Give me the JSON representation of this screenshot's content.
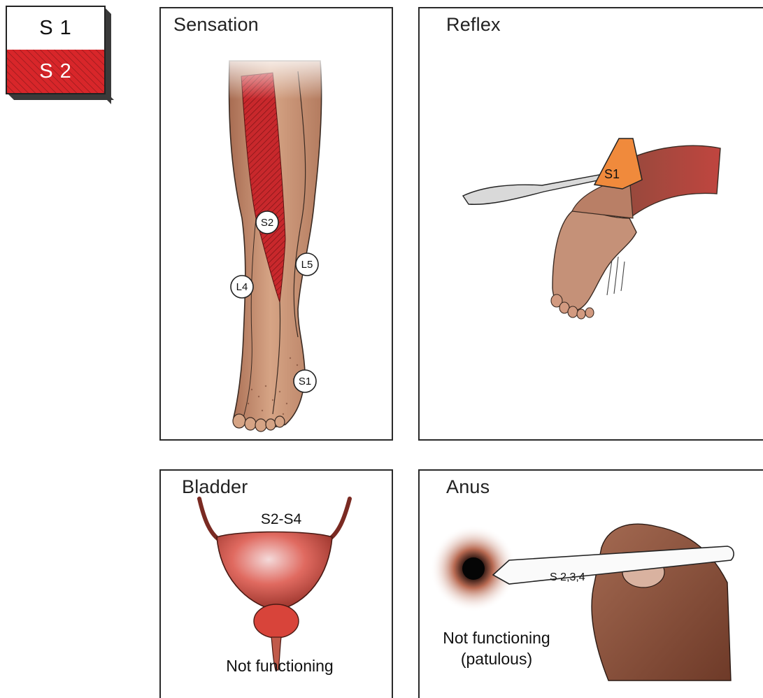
{
  "legend": {
    "s1_label": "S 1",
    "s2_label": "S 2"
  },
  "panels": {
    "sensation": {
      "title": "Sensation",
      "labels": {
        "s2": "S2",
        "l5": "L5",
        "l4": "L4",
        "s1": "S1"
      }
    },
    "reflex": {
      "title": "Reflex",
      "hammer_label": "S1"
    },
    "bladder": {
      "title": "Bladder",
      "level_label": "S2-S4",
      "status": "Not functioning"
    },
    "anus": {
      "title": "Anus",
      "probe_label": "S 2,3,4",
      "status_line1": "Not functioning",
      "status_line2": "(patulous)"
    }
  },
  "colors": {
    "affected_red": "#d8262a",
    "skin": "#c89476",
    "hammer_orange": "#f08a3c"
  }
}
